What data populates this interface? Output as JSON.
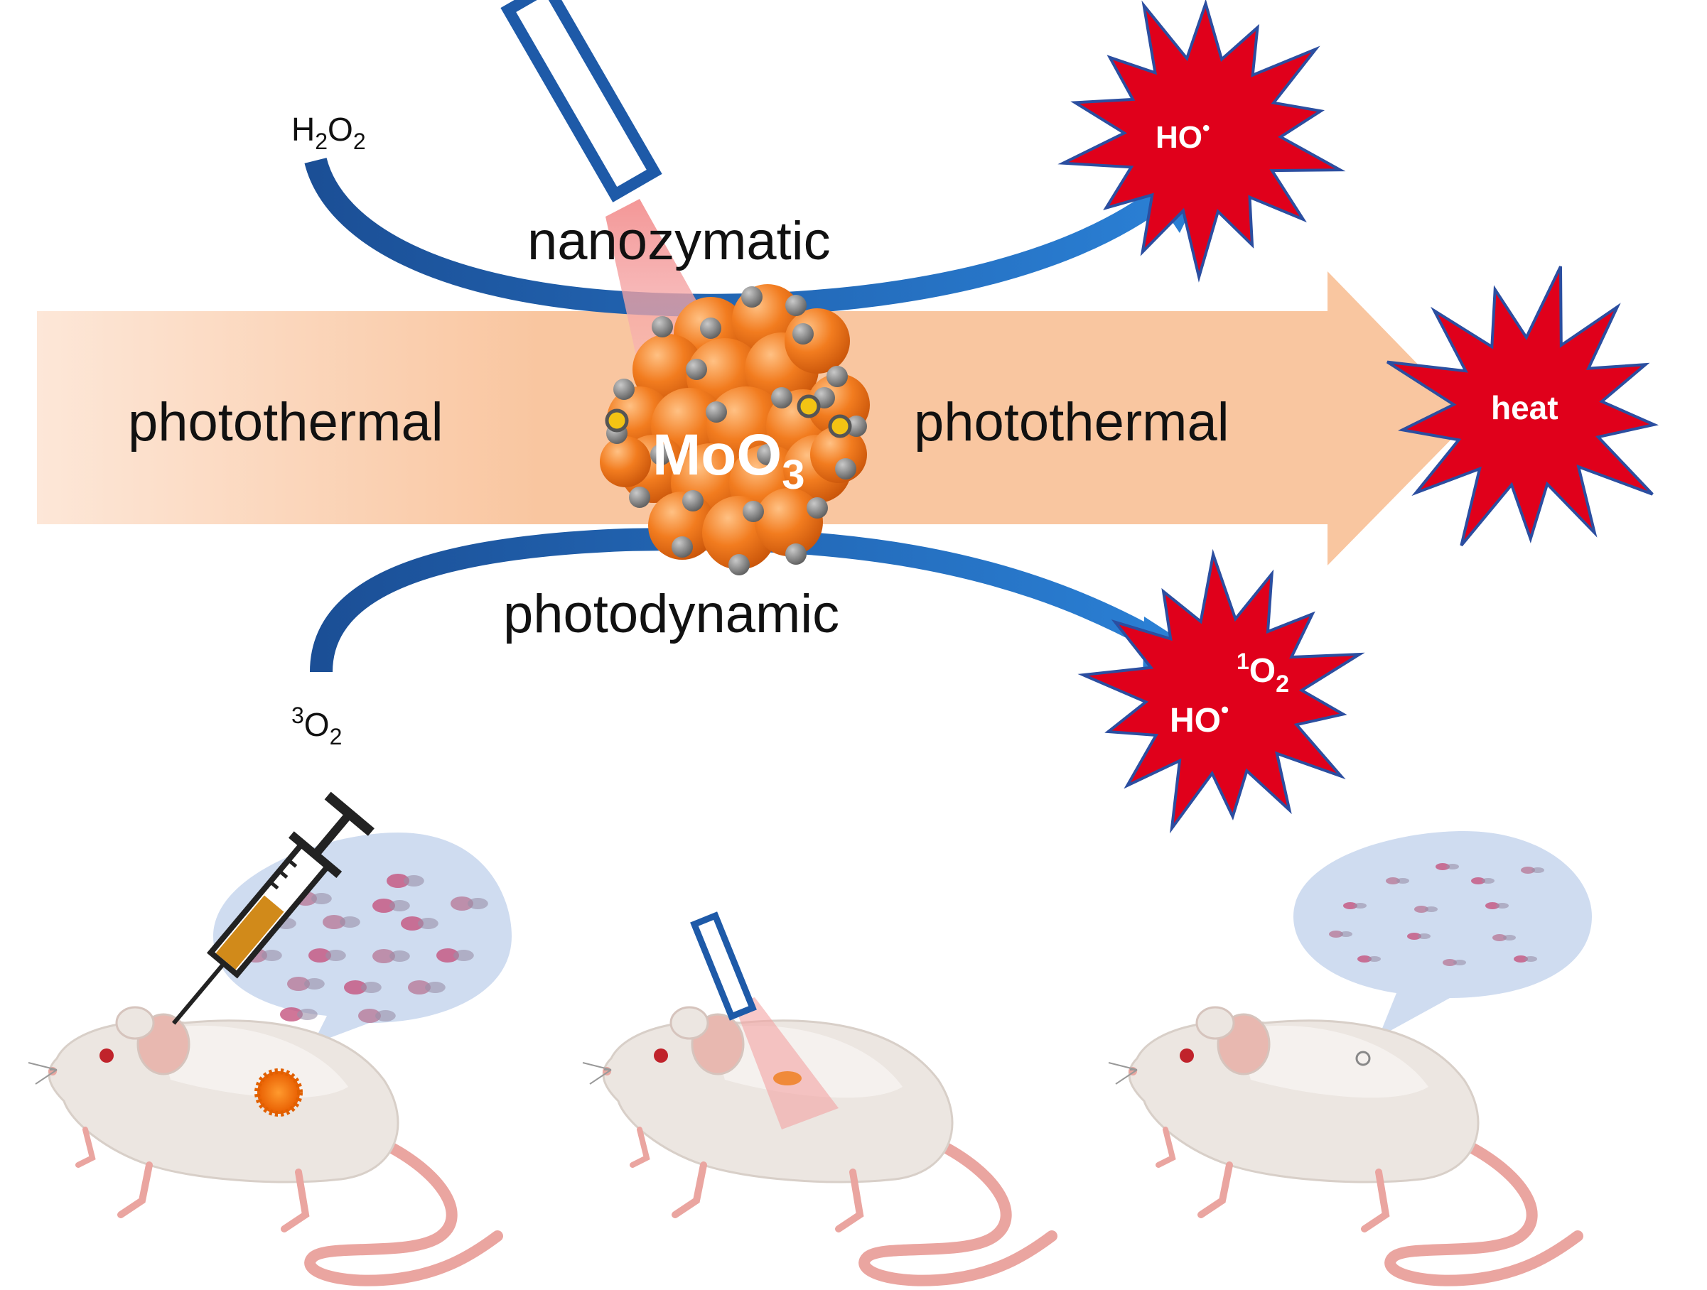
{
  "labels": {
    "h2o2_main": "H",
    "h2o2_sub1": "2",
    "h2o2_o": "O",
    "h2o2_sub2": "2",
    "o2_sup": "3",
    "o2_main": "O",
    "o2_sub": "2",
    "nanozymatic": "nanozymatic",
    "photothermal_left": "photothermal",
    "photothermal_right": "photothermal",
    "photodynamic": "photodynamic",
    "moo3_main": "MoO",
    "moo3_sub": "3",
    "burst_top_text": "HO",
    "burst_top_dot": "•",
    "burst_heat": "heat",
    "burst_bottom_sup": "1",
    "burst_bottom_o": "O",
    "burst_bottom_sub": "2",
    "burst_bottom_ho": "HO",
    "burst_bottom_dot": "•"
  },
  "colors": {
    "arrow_band": "#f9c9a4",
    "curve_blue": "#1f5ea8",
    "burst_red": "#e0001b",
    "burst_outline": "#2b4ea0",
    "laser_outline": "#1e5aa8",
    "laser_beam": "#f4a3a3",
    "nanoparticle": "#f07a1c",
    "speech_bubble": "#cfdcf0",
    "mouse_body": "#ece6e1",
    "mouse_tail": "#eaa5a0"
  },
  "icons": [
    "laser-pointer-icon",
    "syringe-icon",
    "mouse-icon",
    "nanoparticle-cluster-icon",
    "speech-bubble-icon",
    "burst-icon"
  ]
}
